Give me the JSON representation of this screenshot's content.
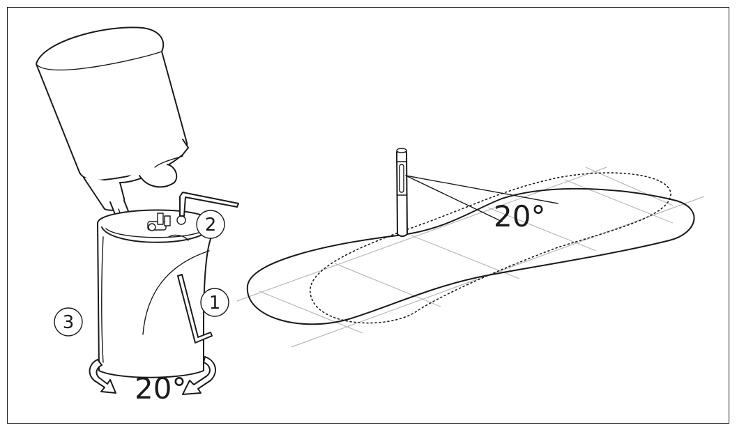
{
  "labels": {
    "step_1": "1",
    "step_2": "2",
    "step_3": "3",
    "rotation_angle": "20°",
    "view_angle": "20°"
  },
  "icons": {
    "camera": "camera-housing-icon",
    "hex_key": "hex-key-icon",
    "rotate_arrows": "rotate-arrows-icon"
  },
  "colors": {
    "line": "#1a1a1a",
    "grid": "#b8b8b8",
    "background": "#ffffff"
  }
}
